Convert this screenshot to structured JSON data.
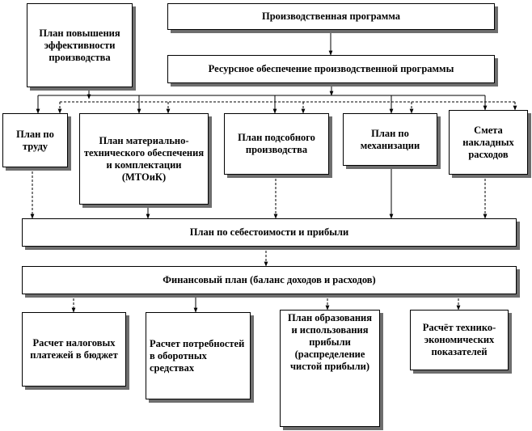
{
  "boxes": {
    "efficiency_plan": "План повышения эффективности производства",
    "production_program": "Производственная программа",
    "resource_provision": "Ресурсное обеспечение производственной программы",
    "labor_plan": "План по труду",
    "mtoik_plan": "План материально-технического обеспечения и комплектации (МТОиК)",
    "auxiliary_plan": "План подсобного производства",
    "mechanization_plan": "План по механизации",
    "overhead_estimate": "Смета накладных расходов",
    "cost_profit_plan": "План по себестоимости и прибыли",
    "financial_plan": "Финансовый план (баланс доходов и расходов)",
    "tax_payments": "Расчет налоговых платежей в бюджет",
    "working_capital": "Расчет потребностей в оборотных средствах",
    "profit_distribution": "План образования и использования прибыли (распределение чистой прибыли)",
    "technical_economic": "Расчёт технико-экономических показателей"
  }
}
